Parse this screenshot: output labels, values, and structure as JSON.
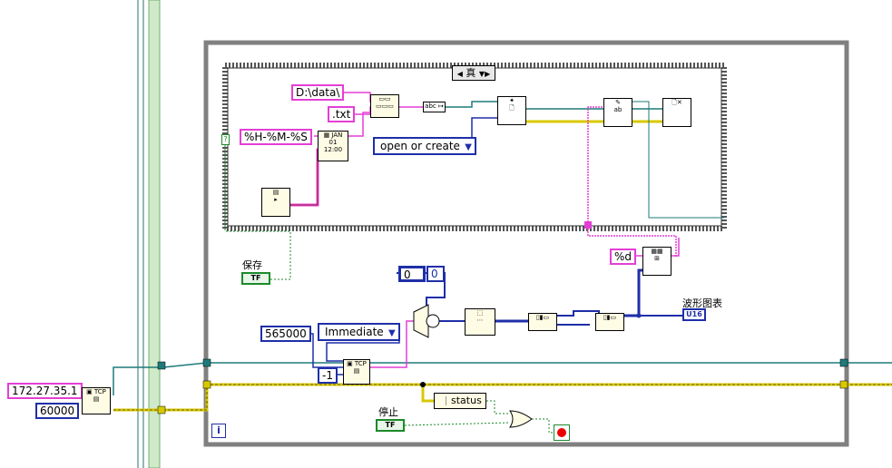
{
  "constants": {
    "dir_path": "D:\\data\\",
    "extension": ".txt",
    "time_format": "%H-%M-%S",
    "file_op": "open or create",
    "ip_address": "172.27.35.1",
    "open_timeout": "60000",
    "bytes_to_read": "565000",
    "read_mode": "Immediate",
    "read_timeout": "-1",
    "array_indices": [
      "0",
      "0"
    ],
    "number_format": "%d"
  },
  "case_structure": {
    "selector_value": "真"
  },
  "labels": {
    "save": "保存",
    "stop": "停止",
    "waveform_chart": "波形图表",
    "waveform_type": "U16",
    "status": "status",
    "loop_iteration": "i",
    "tf": "TF"
  },
  "icons": {
    "tcp_open": "tcp-open-connection-icon",
    "tcp_read": "tcp-read-icon",
    "build_path": "build-path-icon",
    "concatenate": "concatenate-strings-icon",
    "format_time": "format-date-time-icon",
    "timestamp": "get-date-time-icon",
    "to_path": "string-to-path-icon",
    "open_file": "open-create-file-icon",
    "write_text": "write-text-file-icon",
    "close_file": "close-file-icon",
    "array_to_spreadsheet": "array-to-spreadsheet-string-icon",
    "split_1d": "split-1d-array-icon",
    "string_to_bytes": "string-to-byte-array-icon",
    "or_gate": "or-gate-icon",
    "stop_terminal": "stop-button-icon",
    "unbundle": "unbundle-by-name-icon"
  },
  "colors": {
    "string_wire": "#e43fd5",
    "integer_wire": "#1f2fa8",
    "boolean_wire": "#1c8a2a",
    "refnum_wire": "#1e7a7a",
    "error_wire": "#d8c800"
  }
}
